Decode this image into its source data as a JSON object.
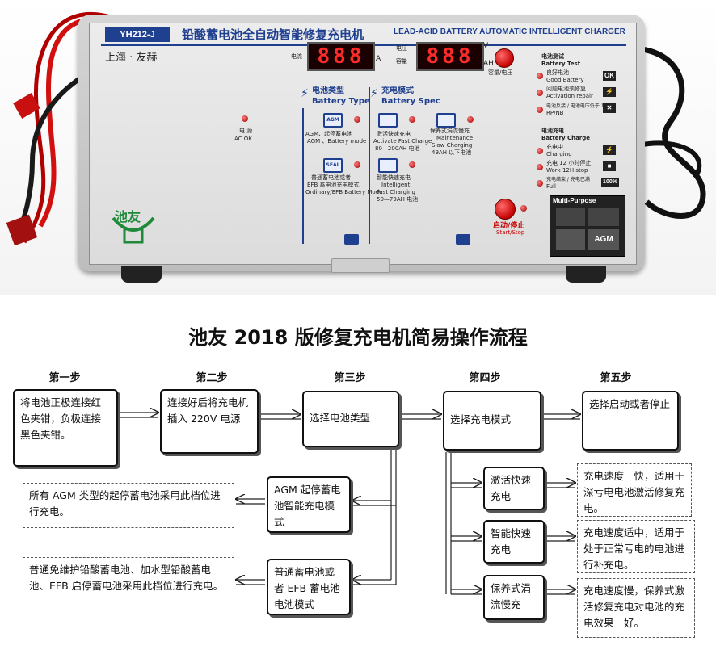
{
  "device": {
    "model": "YH212-J",
    "title_zh": "铅酸蓄电池全自动智能修复充电机",
    "title_en": "LEAD-ACID BATTERY AUTOMATIC INTELLIGENT CHARGER",
    "brand": "上海 · 友赫",
    "current_label": "电流",
    "current_unit": "A",
    "voltage_label": "电压",
    "capacity_label": "容量",
    "voltage_unit": "V",
    "capacity_unit": "AH",
    "display_left": "888",
    "display_right": "888",
    "capacity_voltage_label": "容量/电压",
    "power_label": "电 源",
    "power_label_en": "AC OK",
    "battery_type_zh": "电池类型",
    "battery_type_en": "Battery Type",
    "agm_zh": "AGM、起停蓄电池",
    "agm_en": "AGM 、Battery mode",
    "agm_icon_text": "AGM",
    "efb_icon_text": "SEAL",
    "efb_zh": "普通蓄电池或者",
    "efb_zh2": "EFB 蓄电池充电模式",
    "efb_en": "Ordinary/EFB Battery Mode",
    "spec_zh": "充电模式",
    "spec_en": "Battery Spec",
    "fast1_zh": "激活快速充电",
    "fast1_en": "Activate Fast Charge",
    "fast1_range": "80—200AH 电池",
    "maint_zh": "保养式涓流慢充",
    "maint_en": "Maintenance",
    "maint_en2": "Slow Charging",
    "maint_range": "49AH 以下电池",
    "smart_zh": "智能快速充电",
    "smart_en": "Intelligent",
    "smart_en2": "Fast Charging",
    "smart_range": "50—79AH 电池",
    "test_zh": "电池测试",
    "test_en": "Battery Test",
    "good_zh": "良好电池",
    "good_en": "Good Battery",
    "good_sym": "OK",
    "repair_zh": "问题电池须修复",
    "repair_en": "Activation repair",
    "rpnb_zh": "电池反接 / 电池电压低于 1V",
    "rpnb_en": "RP/NB",
    "charge_zh": "电池充电",
    "charge_en": "Battery Charge",
    "charging_zh": "充电中",
    "charging_en": "Charging",
    "stop_zh": "充电 12 小时停止",
    "stop_en": "Work 12H stop",
    "full_zh": "充电结束 / 充电已满",
    "full_en": "Full",
    "full_sym": "100%",
    "start_zh": "启动/停止",
    "start_en": "Start/Stop",
    "multi_en": "Multi-Purpose",
    "multi_agm": "AGM",
    "logo_text": "池友"
  },
  "flowchart": {
    "title": "池友 2018 版修复充电机简易操作流程",
    "steps": [
      {
        "label": "第一步",
        "text": "将电池正极连接红色夹钳，负极连接黑色夹钳。"
      },
      {
        "label": "第二步",
        "text": "连接好后将充电机插入 220V 电源"
      },
      {
        "label": "第三步",
        "text": "选择电池类型"
      },
      {
        "label": "第四步",
        "text": "选择充电模式"
      },
      {
        "label": "第五步",
        "text": "选择启动或者停止"
      }
    ],
    "battery_types": [
      {
        "name": "AGM 起停蓄电池智能充电模式",
        "note": "所有 AGM 类型的起停蓄电池采用此档位进行充电。"
      },
      {
        "name": "普通蓄电池或者 EFB 蓄电池电池模式",
        "note": "普通免维护铅酸蓄电池、加水型铅酸蓄电池、EFB 启停蓄电池采用此档位进行充电。"
      }
    ],
    "charge_modes": [
      {
        "name": "激活快速充电",
        "note": "充电速度　快，适用于深亏电电池激活修复充电。"
      },
      {
        "name": "智能快速充电",
        "note": "充电速度适中，适用于处于正常亏电的电池进行补充电。"
      },
      {
        "name": "保养式涓流慢充",
        "note": "充电速度慢，保养式激活修复充电对电池的充电效果　好。"
      }
    ]
  },
  "colors": {
    "panel_blue": "#1f3f8f",
    "led_red": "#ff2b2b",
    "knob_red": "#c40000",
    "logo_green": "#1e8a3a"
  }
}
